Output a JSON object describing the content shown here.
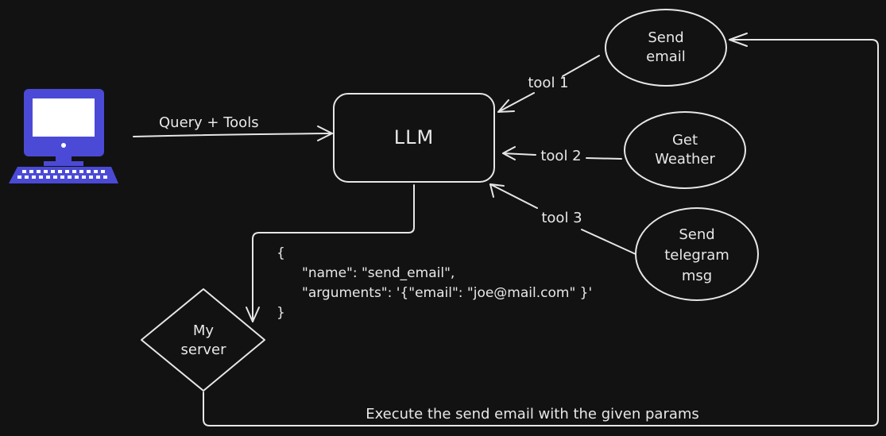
{
  "colors": {
    "background": "#121212",
    "stroke": "#e6e6e6",
    "computer_icon": "#4b4ad6"
  },
  "icons": {
    "client": "computer-icon"
  },
  "nodes": {
    "llm": "LLM",
    "server": [
      "My",
      "server"
    ],
    "send_email": [
      "Send",
      "email"
    ],
    "get_weather": [
      "Get",
      "Weather"
    ],
    "send_telegram": [
      "Send",
      "telegram",
      "msg"
    ]
  },
  "edges": {
    "query": "Query + Tools",
    "tool1": "tool 1",
    "tool2": "tool 2",
    "tool3": "tool 3",
    "execute": "Execute the send email with the given params"
  },
  "tool_call": {
    "open_brace": "{",
    "name_line": "\"name\": \"send_email\",",
    "arguments_line": "\"arguments\": '{\"email\": \"joe@mail.com\" }'",
    "close_brace": "}"
  }
}
